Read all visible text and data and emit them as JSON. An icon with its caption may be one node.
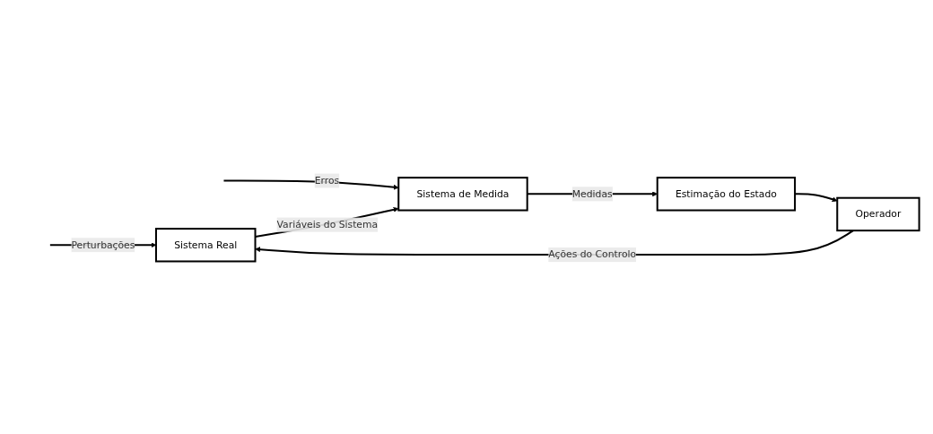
{
  "diagram": {
    "nodes": [
      {
        "text": [
          "Sistema Real"
        ]
      },
      {
        "text": [
          "Sistema de Medida"
        ]
      },
      {
        "text": [
          "Estimação do Estado"
        ]
      },
      {
        "text": [
          "Operador"
        ]
      }
    ],
    "edges": [
      {
        "from": null,
        "to": 0,
        "arrow": "to",
        "label": "Perturbações"
      },
      {
        "from": null,
        "to": 1,
        "arrow": "to",
        "label": "Erros"
      },
      {
        "from": 0,
        "to": 1,
        "arrow": "to",
        "label": "Variáveis do Sistema"
      },
      {
        "from": 1,
        "to": 2,
        "arrow": "to",
        "label": "Medidas"
      },
      {
        "from": 2,
        "to": 3,
        "arrow": "to"
      },
      {
        "from": 3,
        "to": 0,
        "arrow": "to",
        "label": "Ações do Controlo"
      }
    ]
  }
}
